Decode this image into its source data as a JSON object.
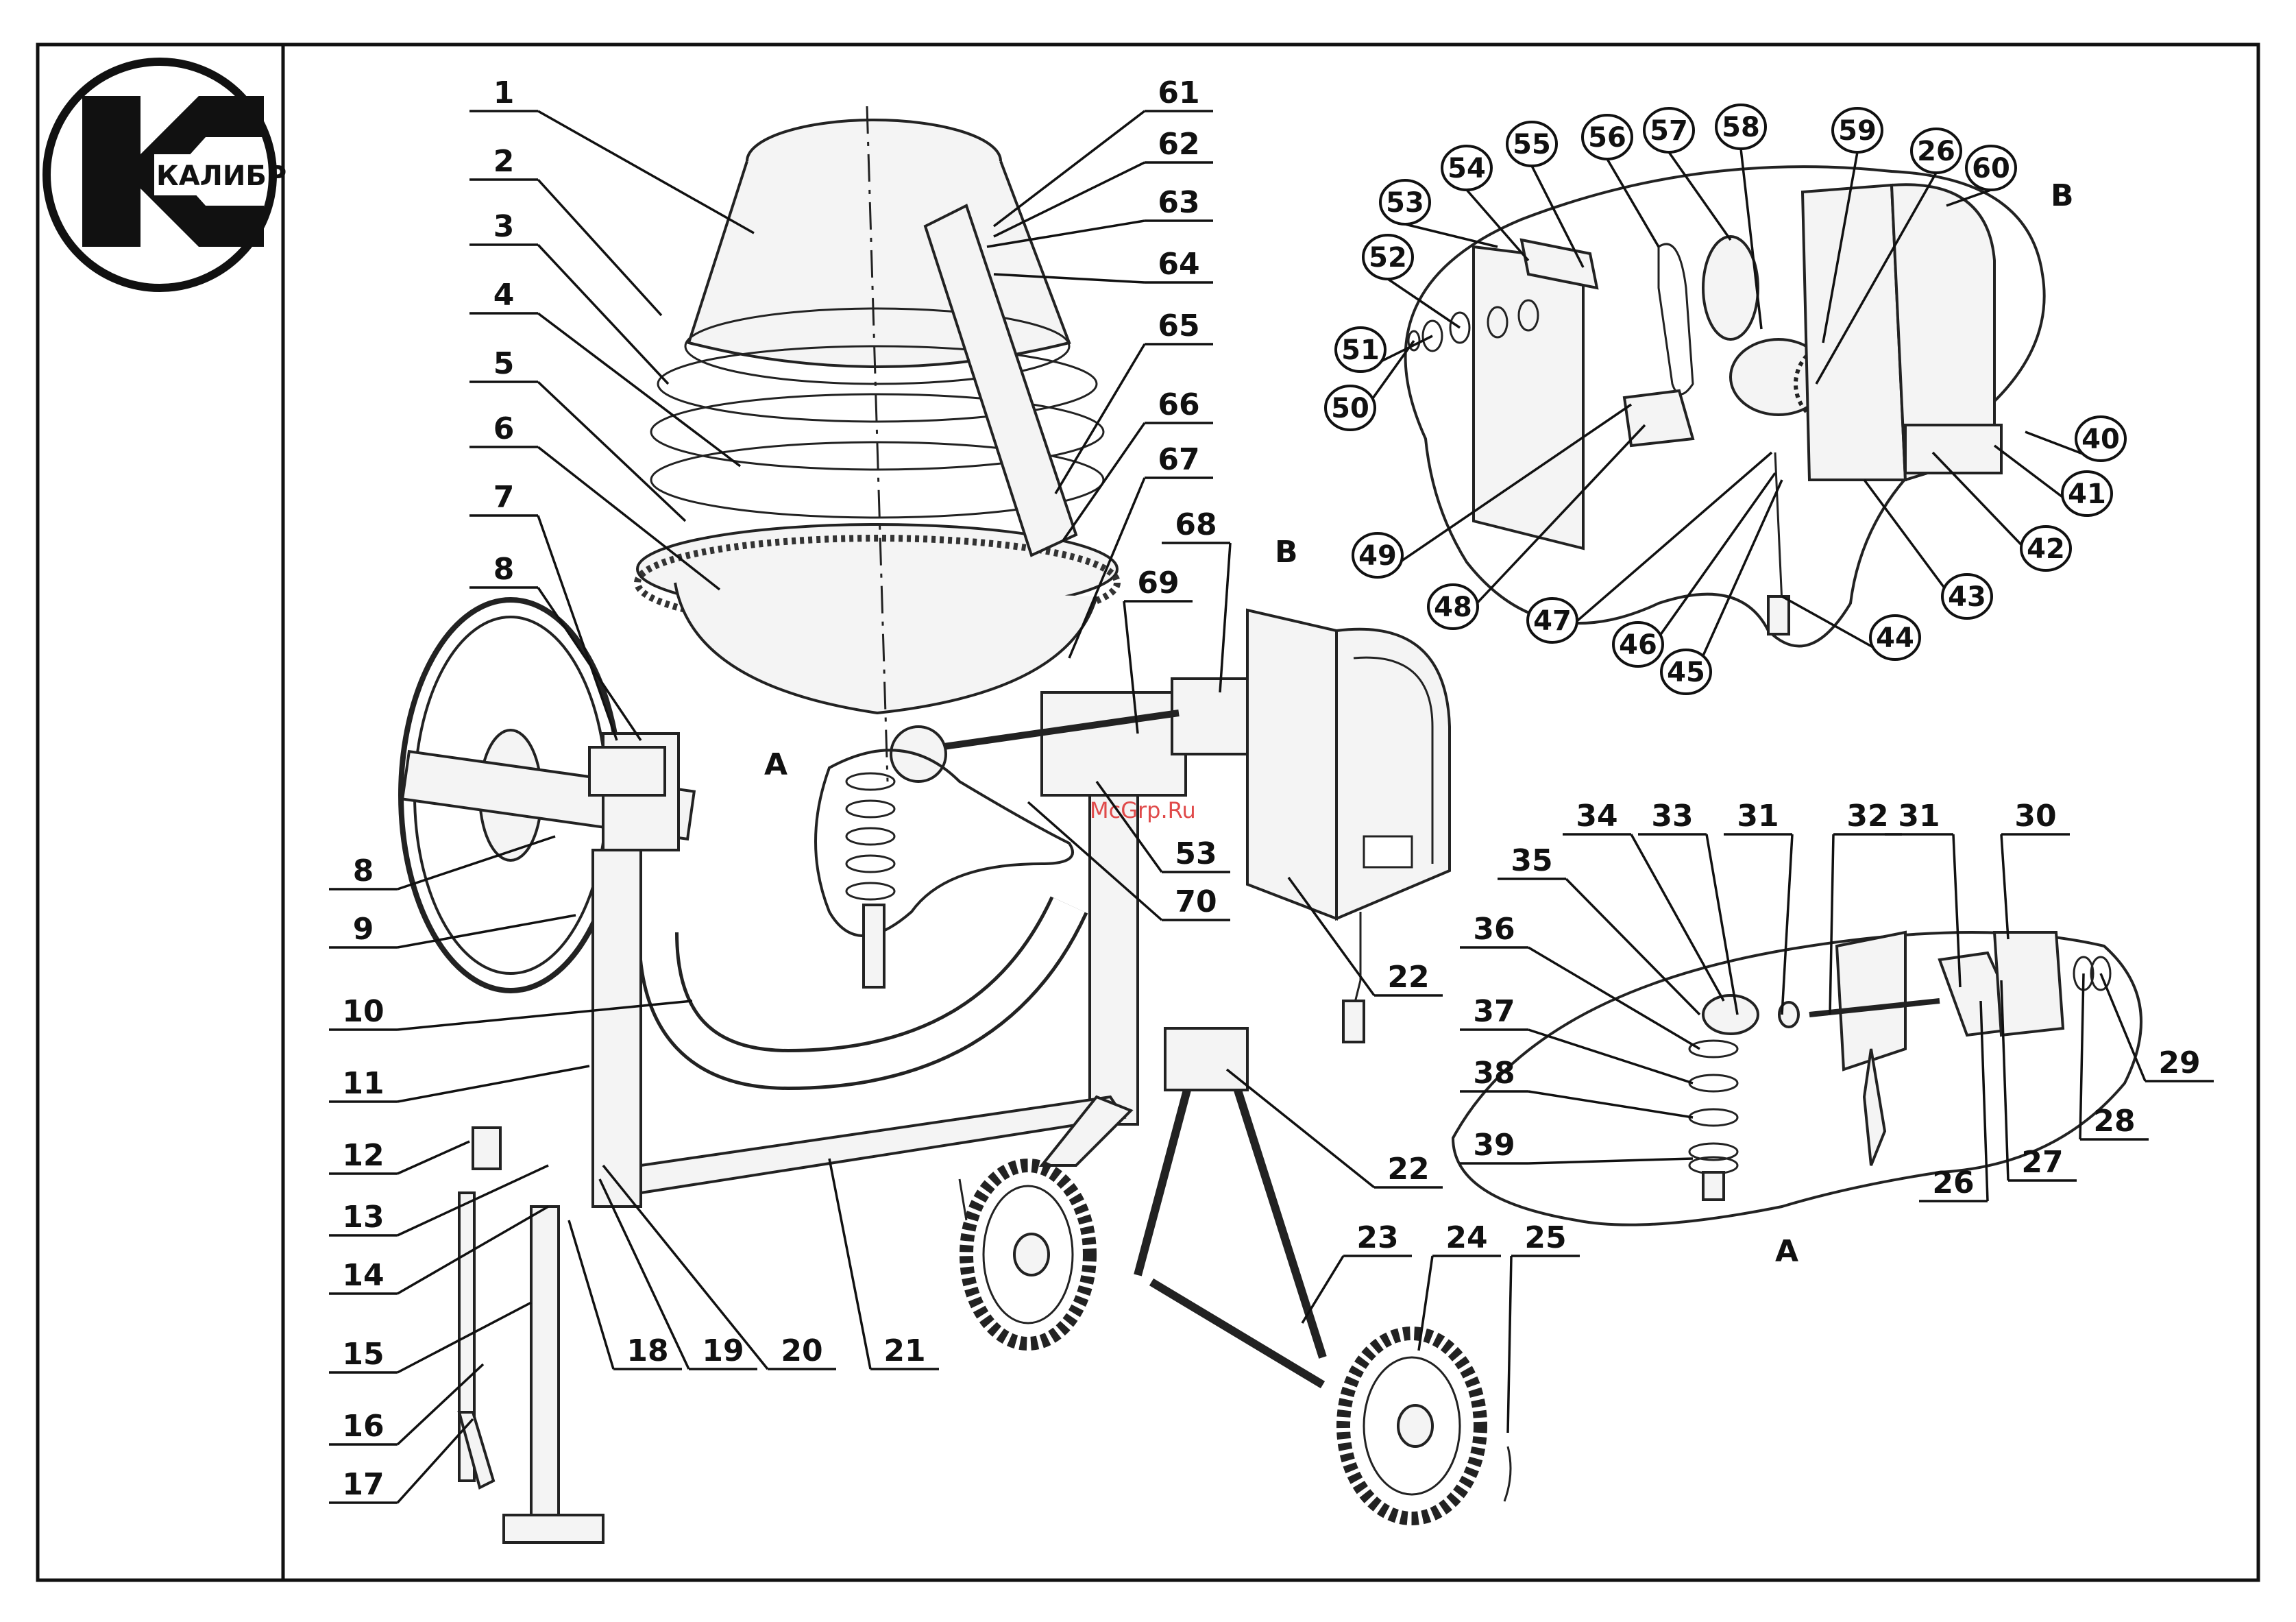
{
  "brand": {
    "logo_text": "КАЛИБР"
  },
  "watermark": "McGrp.Ru",
  "detail_labels": [
    "A",
    "B"
  ],
  "callouts": [
    {
      "id": "c1",
      "n": "1"
    },
    {
      "id": "c2",
      "n": "2"
    },
    {
      "id": "c3",
      "n": "3"
    },
    {
      "id": "c4",
      "n": "4"
    },
    {
      "id": "c5",
      "n": "5"
    },
    {
      "id": "c6",
      "n": "6"
    },
    {
      "id": "c7",
      "n": "7"
    },
    {
      "id": "c8a",
      "n": "8"
    },
    {
      "id": "c8b",
      "n": "8"
    },
    {
      "id": "c9",
      "n": "9"
    },
    {
      "id": "c10",
      "n": "10"
    },
    {
      "id": "c11",
      "n": "11"
    },
    {
      "id": "c12",
      "n": "12"
    },
    {
      "id": "c13",
      "n": "13"
    },
    {
      "id": "c14",
      "n": "14"
    },
    {
      "id": "c15",
      "n": "15"
    },
    {
      "id": "c16",
      "n": "16"
    },
    {
      "id": "c17",
      "n": "17"
    },
    {
      "id": "c18",
      "n": "18"
    },
    {
      "id": "c19",
      "n": "19"
    },
    {
      "id": "c20",
      "n": "20"
    },
    {
      "id": "c21",
      "n": "21"
    },
    {
      "id": "c22a",
      "n": "22"
    },
    {
      "id": "c22b",
      "n": "22"
    },
    {
      "id": "c23",
      "n": "23"
    },
    {
      "id": "c24",
      "n": "24"
    },
    {
      "id": "c25",
      "n": "25"
    },
    {
      "id": "c26a",
      "n": "26"
    },
    {
      "id": "c26b",
      "n": "26"
    },
    {
      "id": "c27",
      "n": "27"
    },
    {
      "id": "c28",
      "n": "28"
    },
    {
      "id": "c29",
      "n": "29"
    },
    {
      "id": "c30",
      "n": "30"
    },
    {
      "id": "c31a",
      "n": "31"
    },
    {
      "id": "c31b",
      "n": "31"
    },
    {
      "id": "c32",
      "n": "32"
    },
    {
      "id": "c33",
      "n": "33"
    },
    {
      "id": "c34",
      "n": "34"
    },
    {
      "id": "c35",
      "n": "35"
    },
    {
      "id": "c36",
      "n": "36"
    },
    {
      "id": "c37",
      "n": "37"
    },
    {
      "id": "c38",
      "n": "38"
    },
    {
      "id": "c39",
      "n": "39"
    },
    {
      "id": "c40",
      "n": "40"
    },
    {
      "id": "c41",
      "n": "41"
    },
    {
      "id": "c42",
      "n": "42"
    },
    {
      "id": "c43",
      "n": "43"
    },
    {
      "id": "c44",
      "n": "44"
    },
    {
      "id": "c45",
      "n": "45"
    },
    {
      "id": "c46",
      "n": "46"
    },
    {
      "id": "c47",
      "n": "47"
    },
    {
      "id": "c48",
      "n": "48"
    },
    {
      "id": "c49",
      "n": "49"
    },
    {
      "id": "c50",
      "n": "50"
    },
    {
      "id": "c51",
      "n": "51"
    },
    {
      "id": "c52",
      "n": "52"
    },
    {
      "id": "c53a",
      "n": "53"
    },
    {
      "id": "c53b",
      "n": "53"
    },
    {
      "id": "c54",
      "n": "54"
    },
    {
      "id": "c55",
      "n": "55"
    },
    {
      "id": "c56",
      "n": "56"
    },
    {
      "id": "c57",
      "n": "57"
    },
    {
      "id": "c58",
      "n": "58"
    },
    {
      "id": "c59",
      "n": "59"
    },
    {
      "id": "c60",
      "n": "60"
    },
    {
      "id": "c61",
      "n": "61"
    },
    {
      "id": "c62",
      "n": "62"
    },
    {
      "id": "c63",
      "n": "63"
    },
    {
      "id": "c64",
      "n": "64"
    },
    {
      "id": "c65",
      "n": "65"
    },
    {
      "id": "c66",
      "n": "66"
    },
    {
      "id": "c67",
      "n": "67"
    },
    {
      "id": "c68",
      "n": "68"
    },
    {
      "id": "c69",
      "n": "69"
    },
    {
      "id": "c70",
      "n": "70"
    }
  ]
}
